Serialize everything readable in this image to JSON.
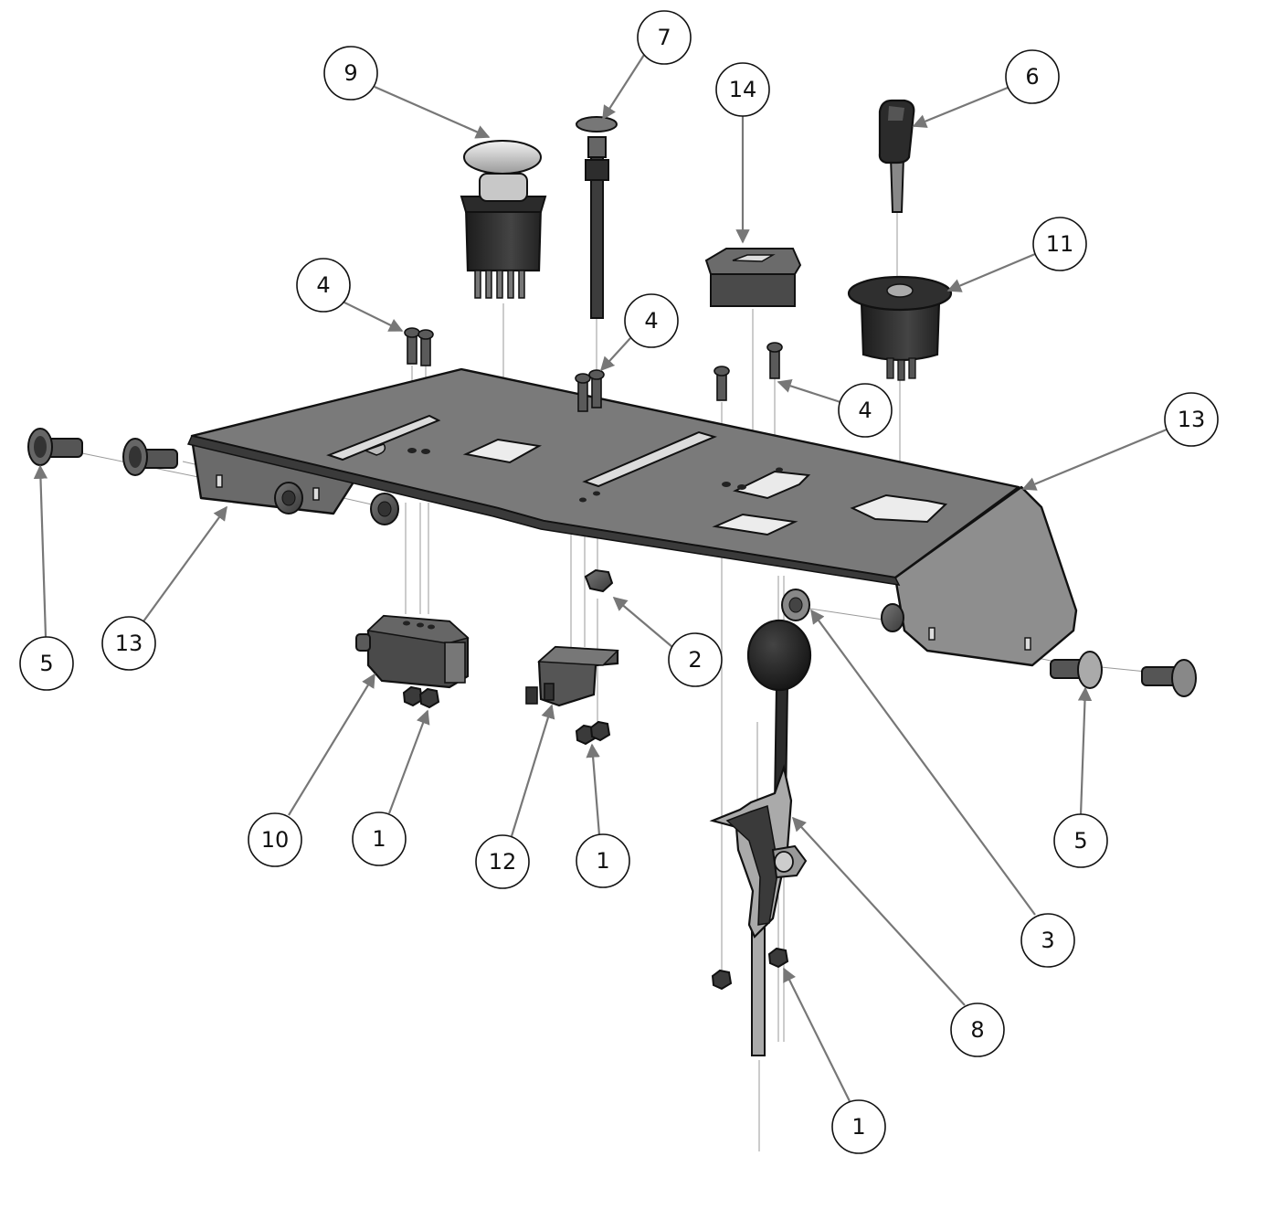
{
  "colors": {
    "plate_top": "#7a7a7a",
    "plate_dark": "#5a5a5a",
    "plate_light": "#a8a8a8",
    "part_dark": "#2b2b2b",
    "part_mid": "#555555",
    "outline": "#111111",
    "leader": "#777777",
    "callout_fill": "#ffffff"
  },
  "callouts": {
    "c9": "9",
    "c7": "7",
    "c14": "14",
    "c6": "6",
    "c11": "11",
    "c4a": "4",
    "c4b": "4",
    "c4c": "4",
    "c13a": "13",
    "c13b": "13",
    "c5a": "5",
    "c5b": "5",
    "c2": "2",
    "c10": "10",
    "c1a": "1",
    "c12": "12",
    "c1b": "1",
    "c3": "3",
    "c8": "8",
    "c1c": "1"
  }
}
